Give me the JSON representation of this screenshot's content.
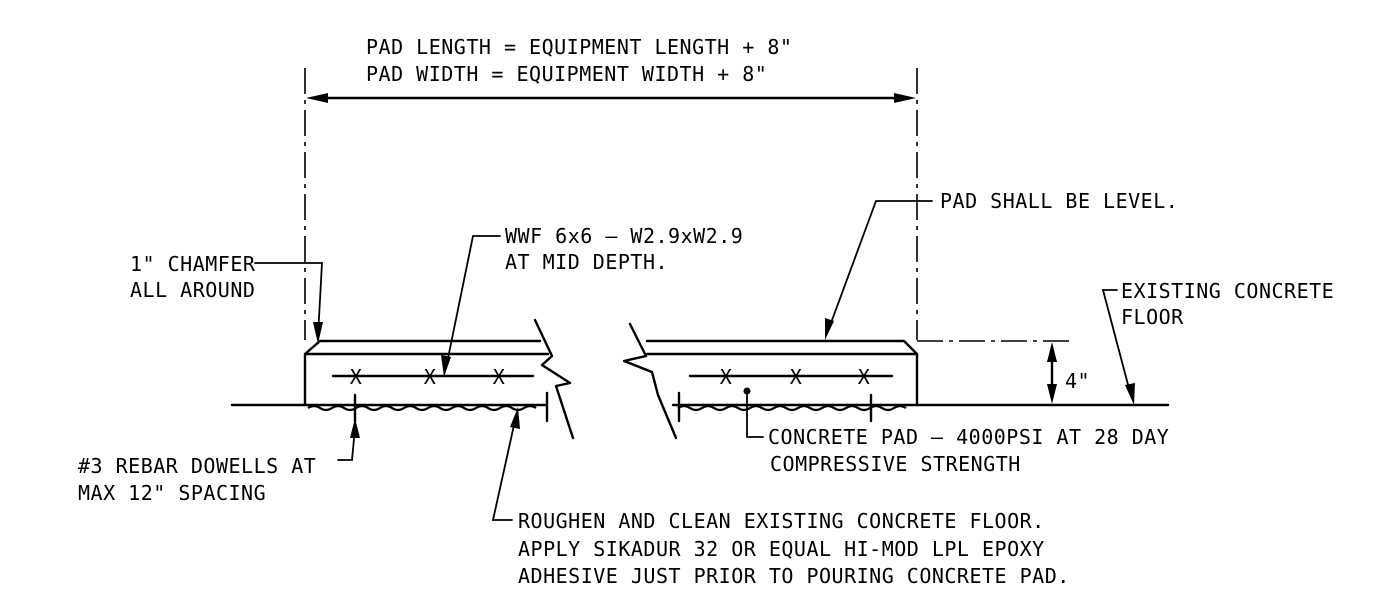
{
  "notes": {
    "pad_length": "PAD LENGTH = EQUIPMENT LENGTH + 8\"",
    "pad_width": "PAD WIDTH = EQUIPMENT WIDTH + 8\"",
    "pad_level": "PAD SHALL BE LEVEL.",
    "wwf_line1": "WWF 6x6 – W2.9xW2.9",
    "wwf_line2": "AT MID DEPTH.",
    "chamfer_line1": "1\" CHAMFER",
    "chamfer_line2": "ALL AROUND",
    "existing_floor_line1": "EXISTING CONCRETE",
    "existing_floor_line2": "FLOOR",
    "thickness": "4\"",
    "concrete_line1": "CONCRETE PAD – 4000PSI AT 28 DAY",
    "concrete_line2": "COMPRESSIVE STRENGTH",
    "rebar_line1": "#3 REBAR DOWELLS AT",
    "rebar_line2": "MAX 12\" SPACING",
    "roughen_line1": "ROUGHEN AND CLEAN EXISTING CONCRETE FLOOR.",
    "roughen_line2": "APPLY SIKADUR 32 OR EQUAL HI-MOD LPL EPOXY",
    "roughen_line3": "ADHESIVE JUST PRIOR TO POURING CONCRETE PAD."
  },
  "symbols": {
    "wire_mark": "X"
  }
}
